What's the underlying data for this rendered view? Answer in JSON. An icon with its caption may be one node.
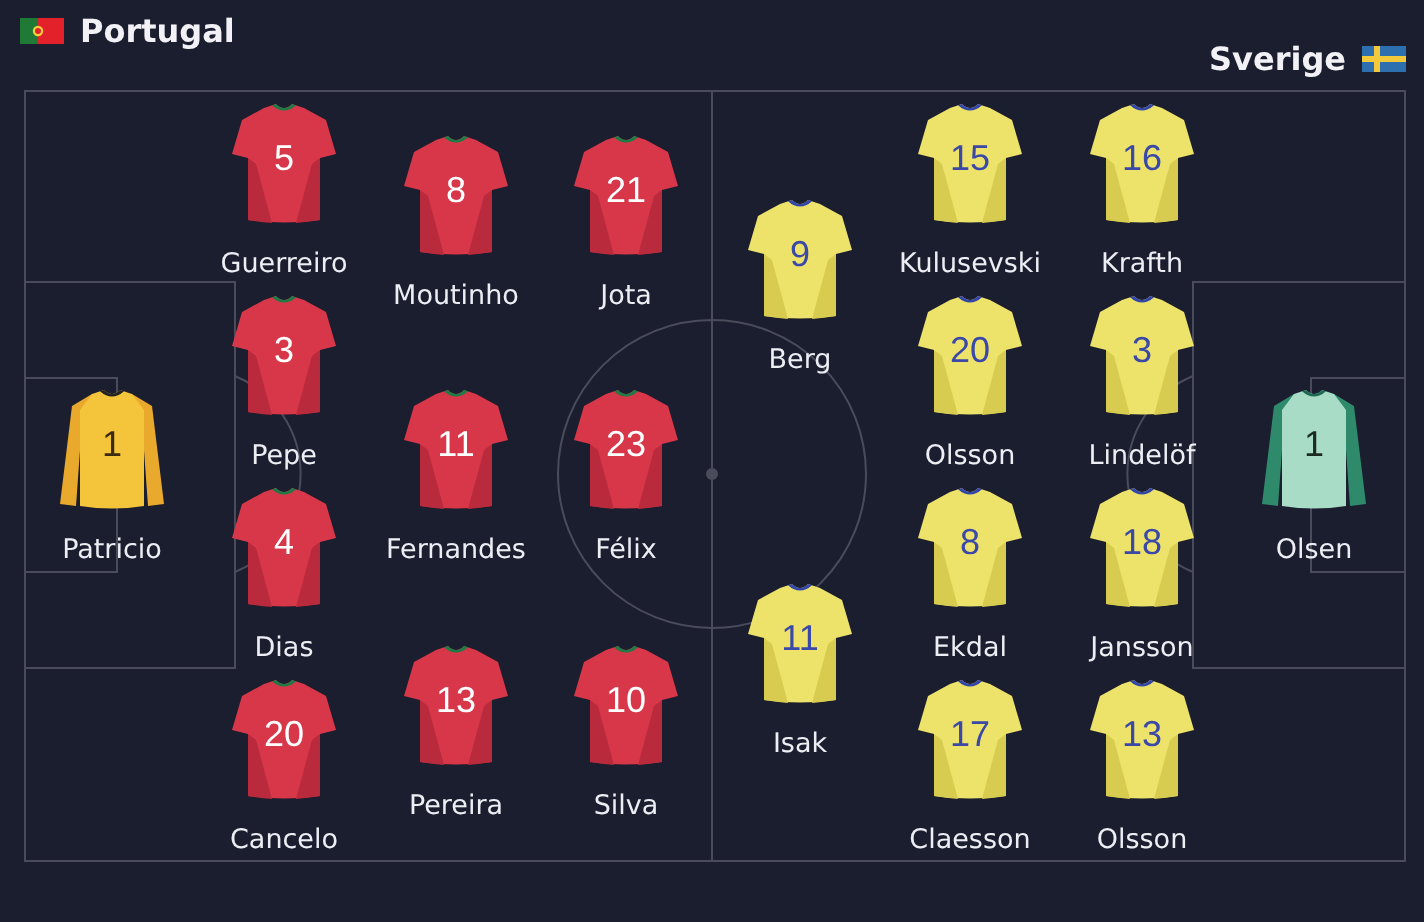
{
  "diagram": {
    "nodes": [
      {
        "text": [
          "1"
        ],
        "beside": [
          "Patricio"
        ]
      },
      {
        "text": [
          "5"
        ],
        "beside": [
          "Guerreiro"
        ]
      },
      {
        "text": [
          "3"
        ],
        "beside": [
          "Pepe"
        ]
      },
      {
        "text": [
          "4"
        ],
        "beside": [
          "Dias"
        ]
      },
      {
        "text": [
          "20"
        ],
        "beside": [
          "Cancelo"
        ]
      },
      {
        "text": [
          "8"
        ],
        "beside": [
          "Moutinho"
        ]
      },
      {
        "text": [
          "11"
        ],
        "beside": [
          "Fernandes"
        ]
      },
      {
        "text": [
          "13"
        ],
        "beside": [
          "Pereira"
        ]
      },
      {
        "text": [
          "21"
        ],
        "beside": [
          "Jota"
        ]
      },
      {
        "text": [
          "23"
        ],
        "beside": [
          "Félix"
        ]
      },
      {
        "text": [
          "10"
        ],
        "beside": [
          "Silva"
        ]
      },
      {
        "text": [
          "9"
        ],
        "beside": [
          "Berg"
        ]
      },
      {
        "text": [
          "11"
        ],
        "beside": [
          "Isak"
        ]
      },
      {
        "text": [
          "15"
        ],
        "beside": [
          "Kulusevski"
        ]
      },
      {
        "text": [
          "20"
        ],
        "beside": [
          "Olsson"
        ]
      },
      {
        "text": [
          "8"
        ],
        "beside": [
          "Ekdal"
        ]
      },
      {
        "text": [
          "17"
        ],
        "beside": [
          "Claesson"
        ]
      },
      {
        "text": [
          "16"
        ],
        "beside": [
          "Krafth"
        ]
      },
      {
        "text": [
          "3"
        ],
        "beside": [
          "Lindelöf"
        ]
      },
      {
        "text": [
          "18"
        ],
        "beside": [
          "Jansson"
        ]
      },
      {
        "text": [
          "13"
        ],
        "beside": [
          "Olsson"
        ]
      },
      {
        "text": [
          "1"
        ],
        "beside": [
          "Olsen"
        ]
      }
    ],
    "edges": [],
    "labels": [
      "Portugal",
      "Sverige"
    ]
  }
}
